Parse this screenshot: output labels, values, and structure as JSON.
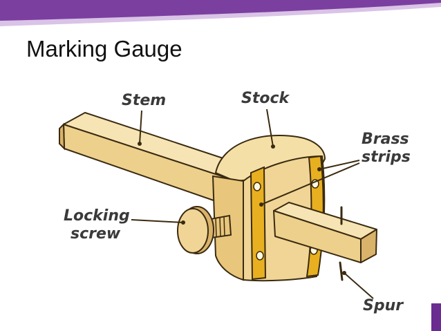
{
  "slide": {
    "title": "Marking Gauge",
    "accent_color": "#7b3fa0"
  },
  "diagram": {
    "labels": {
      "stem": "Stem",
      "stock": "Stock",
      "brass_line1": "Brass",
      "brass_line2": "strips",
      "locking_line1": "Locking",
      "locking_line2": "screw",
      "spur": "Spur"
    },
    "colors": {
      "wood": "#f2dba0",
      "wood_shadow": "#d9b36a",
      "brass": "#e8b020",
      "outline": "#3a2a10"
    }
  }
}
